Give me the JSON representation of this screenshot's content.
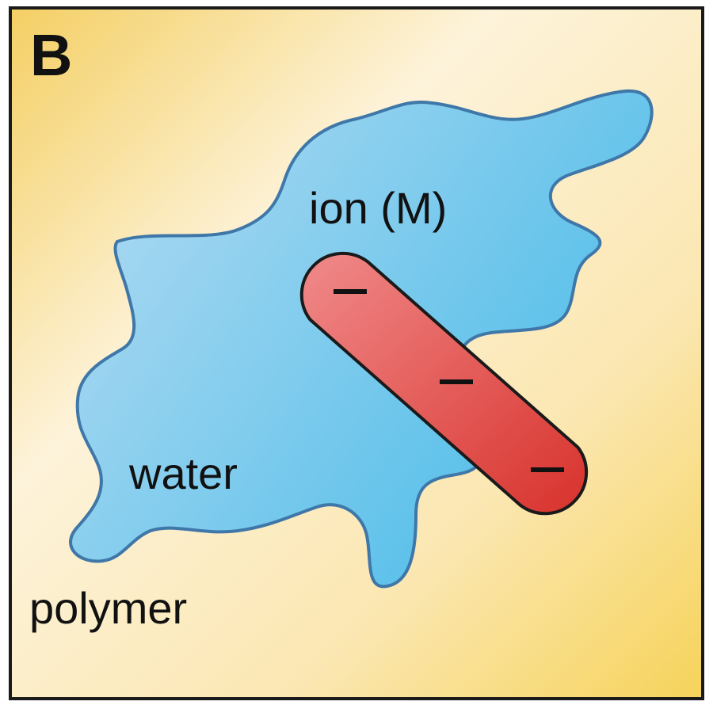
{
  "panel": {
    "letter": "B"
  },
  "labels": {
    "ion": "ion (M)",
    "water": "water",
    "polymer": "polymer"
  },
  "ion_charges": [
    "−",
    "−",
    "−"
  ],
  "colors": {
    "border": "#1a1a1a",
    "polymer_light": "#fdf3da",
    "polymer_dark": "#f6d35a",
    "water_light": "#b6dcf2",
    "water_dark": "#4fbde9",
    "water_outline": "#3f77a8",
    "ion_light": "#f08a8a",
    "ion_dark": "#d8322c",
    "ion_outline": "#1a1a1a"
  },
  "icons": {
    "water": "water-pool-shape",
    "ion": "ion-capsule-shape",
    "charge": "minus-sign"
  }
}
